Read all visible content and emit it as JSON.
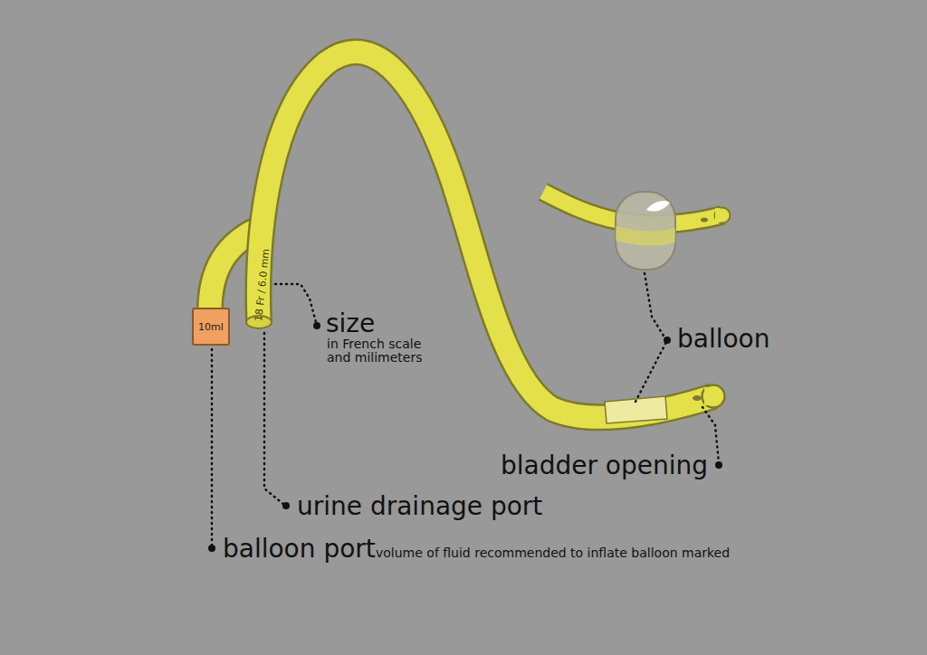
{
  "diagram": {
    "nodes": [
      {
        "text": [
          "10ml"
        ]
      }
    ],
    "labels": [
      "18 Fr / 6.0 mm",
      "size",
      "in French scale and milimeters",
      "balloon",
      "bladder opening",
      "urine drainage port",
      "balloon port",
      "volume of fluid recommended to inflate balloon marked"
    ]
  }
}
